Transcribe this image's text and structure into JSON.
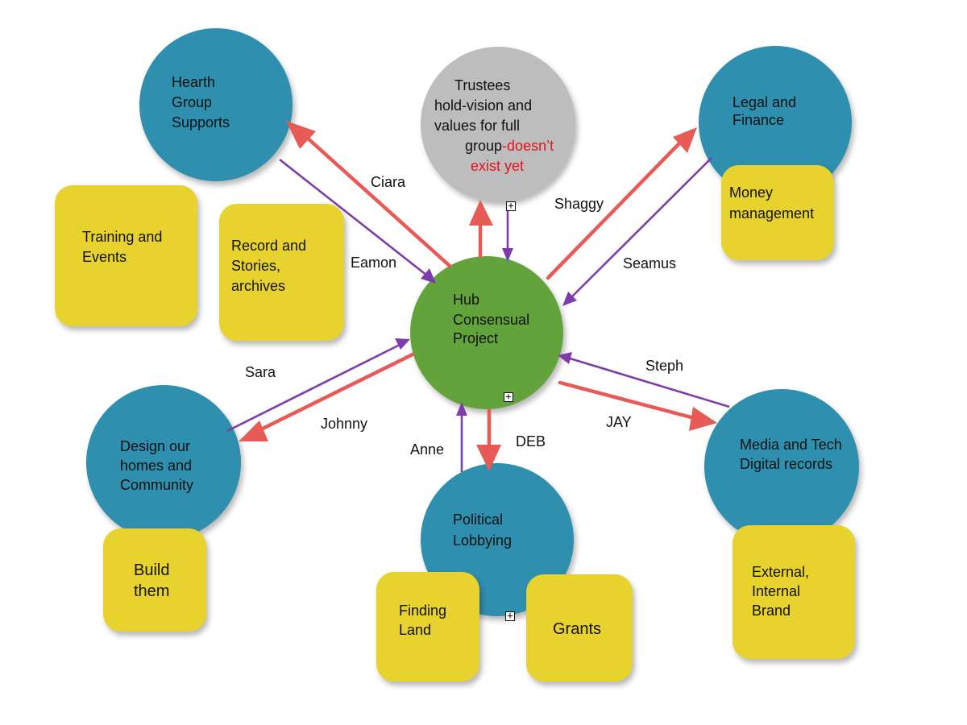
{
  "colors": {
    "blue_node": "#2e8fae",
    "green_node": "#63a33c",
    "grey_node": "#bdbdbd",
    "sticky": "#e8d32e",
    "out_arrow": "#e85a55",
    "in_arrow": "#7d3bab",
    "warning_text": "#e5131b"
  },
  "nodes": {
    "hub": {
      "line1": "Hub",
      "line2": "Consensual",
      "line3": "Project"
    },
    "trustees": {
      "line1": "Trustees",
      "line2": "hold-vision and",
      "line3": "values for full",
      "line4a": "group",
      "line4b": "-doesn’t",
      "line5": "exist yet"
    },
    "hearth": {
      "line1": "Hearth",
      "line2": "Group",
      "line3": "Supports"
    },
    "legal": {
      "line1": "Legal and",
      "line2": "Finance"
    },
    "design": {
      "line1": "Design our",
      "line2": "homes and",
      "line3": "Community"
    },
    "political": {
      "line1": "Political",
      "line2": "Lobbying"
    },
    "media": {
      "line1": "Media and Tech",
      "line2": "Digital records"
    }
  },
  "stickies": {
    "training": {
      "line1": "Training and",
      "line2": "Events"
    },
    "records": {
      "line1": "Record and",
      "line2": "Stories,",
      "line3": "archives"
    },
    "money": {
      "line1": "Money",
      "line2": "management"
    },
    "build": {
      "line1": "Build",
      "line2": "them"
    },
    "land": {
      "line1": "Finding",
      "line2": "Land"
    },
    "grants": {
      "line1": "Grants"
    },
    "brand": {
      "line1": "External,",
      "line2": "Internal",
      "line3": "Brand"
    }
  },
  "connections": {
    "ciara": "Ciara",
    "eamon": "Eamon",
    "shaggy": "Shaggy",
    "seamus": "Seamus",
    "sara": "Sara",
    "johnny": "Johnny",
    "steph": "Steph",
    "jay": "JAY",
    "anne": "Anne",
    "deb": "DEB"
  },
  "expander_symbol": "+"
}
